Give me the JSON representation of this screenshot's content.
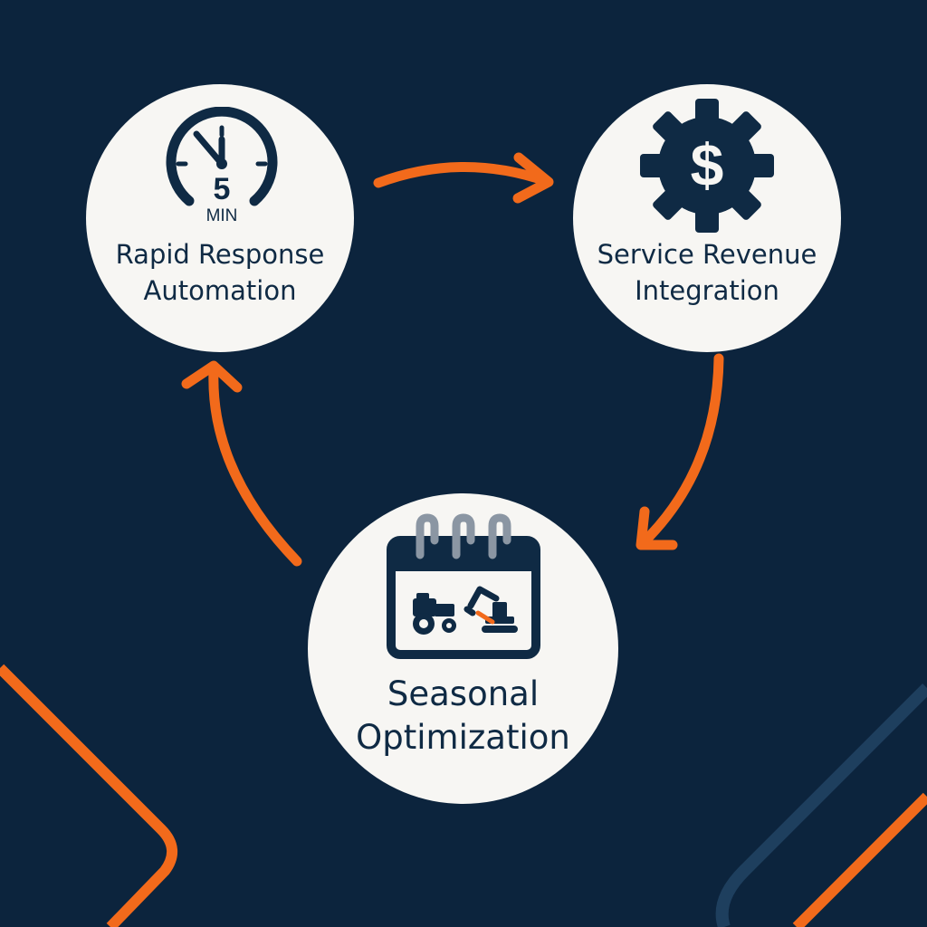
{
  "colors": {
    "background": "#0c243d",
    "accent": "#f26a1b",
    "node_fill": "#f7f6f3",
    "icon": "#0f2a44",
    "faint_line": "#1e3f5e"
  },
  "nodes": {
    "rapid": {
      "label_line1": "Rapid Response",
      "label_line2": "Automation",
      "icon": "stopwatch-icon",
      "timer_value": "5",
      "timer_unit": "MIN"
    },
    "service": {
      "label_line1": "Service Revenue",
      "label_line2": "Integration",
      "icon": "gear-dollar-icon",
      "symbol": "$"
    },
    "seasonal": {
      "label_line1": "Seasonal",
      "label_line2": "Optimization",
      "icon": "calendar-equipment-icon"
    }
  },
  "flow": [
    "rapid",
    "service",
    "seasonal",
    "rapid"
  ]
}
